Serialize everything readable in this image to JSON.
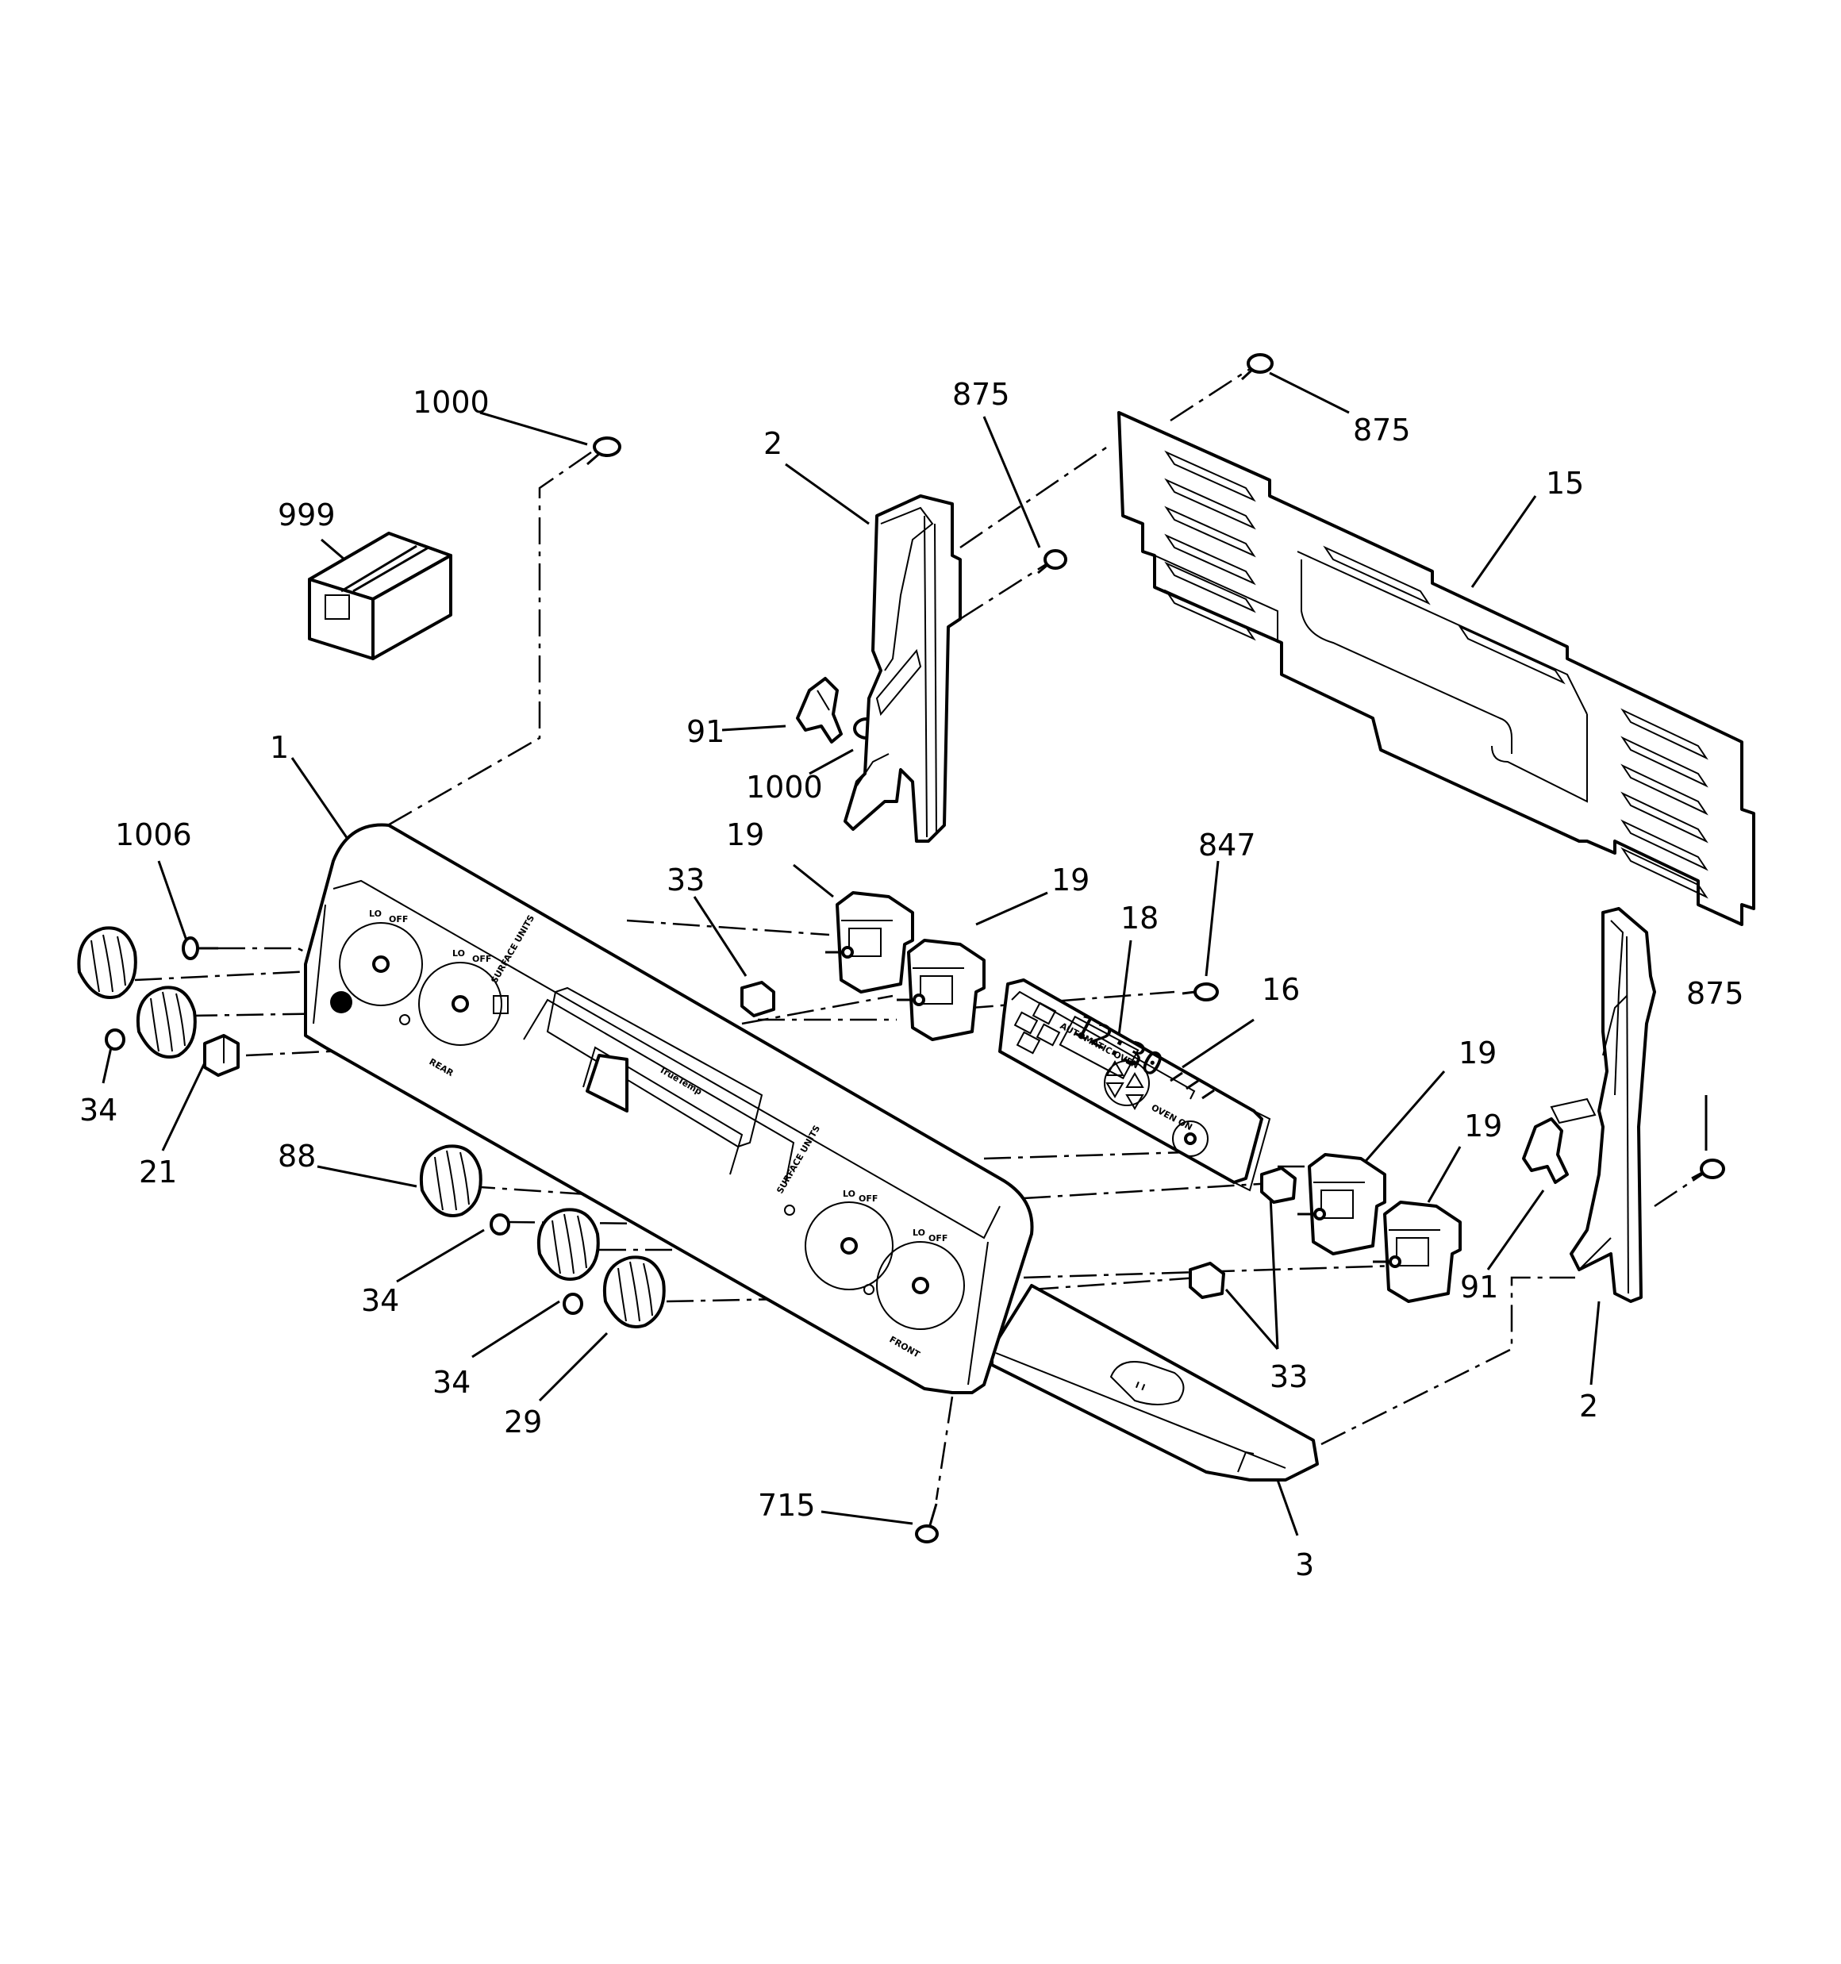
{
  "labels": {
    "l1000a": "1000",
    "l999": "999",
    "l1": "1",
    "l1006": "1006",
    "l34a": "34",
    "l21": "21",
    "l88": "88",
    "l34b": "34",
    "l34c": "34",
    "l29": "29",
    "l715": "715",
    "l3": "3",
    "l2a": "2",
    "l875a": "875",
    "l875b": "875",
    "l15": "15",
    "l91a": "91",
    "l1000b": "1000",
    "l19a": "19",
    "l33a": "33",
    "l19b": "19",
    "l847": "847",
    "l18": "18",
    "l16": "16",
    "l19c": "19",
    "l19d": "19",
    "l33b": "33",
    "l91b": "91",
    "l875c": "875",
    "l2b": "2"
  },
  "panel_text": {
    "lo": "LO",
    "off": "OFF",
    "rear": "REAR",
    "front": "FRONT",
    "surface_units": "SURFACE UNITS",
    "brand": "TrueTemp",
    "display_time": "12:30",
    "automatic_oven": "AUTOMATIC OVEN",
    "oven_on": "OVEN ON"
  }
}
